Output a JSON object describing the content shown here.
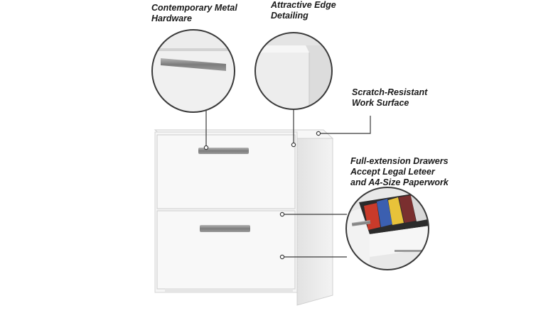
{
  "callouts": {
    "hardware": {
      "line1": "Contemporary Metal",
      "line2": "Hardware"
    },
    "edge": {
      "line1": "Attractive Edge",
      "line2": "Detailing"
    },
    "surface": {
      "line1": "Scratch-Resistant",
      "line2": "Work Surface"
    },
    "drawers": {
      "line1": "Full-extension Drawers",
      "line2": "Accept Legal Leteer",
      "line3": "and A4-Size Paperwork"
    }
  },
  "colors": {
    "cabinet": "#f4f4f4",
    "cabinet_shadow": "#d9d9d9",
    "outline": "#3a3a3a",
    "handle": "#8a8a8a",
    "lens_bg": "#e9e9e9"
  }
}
